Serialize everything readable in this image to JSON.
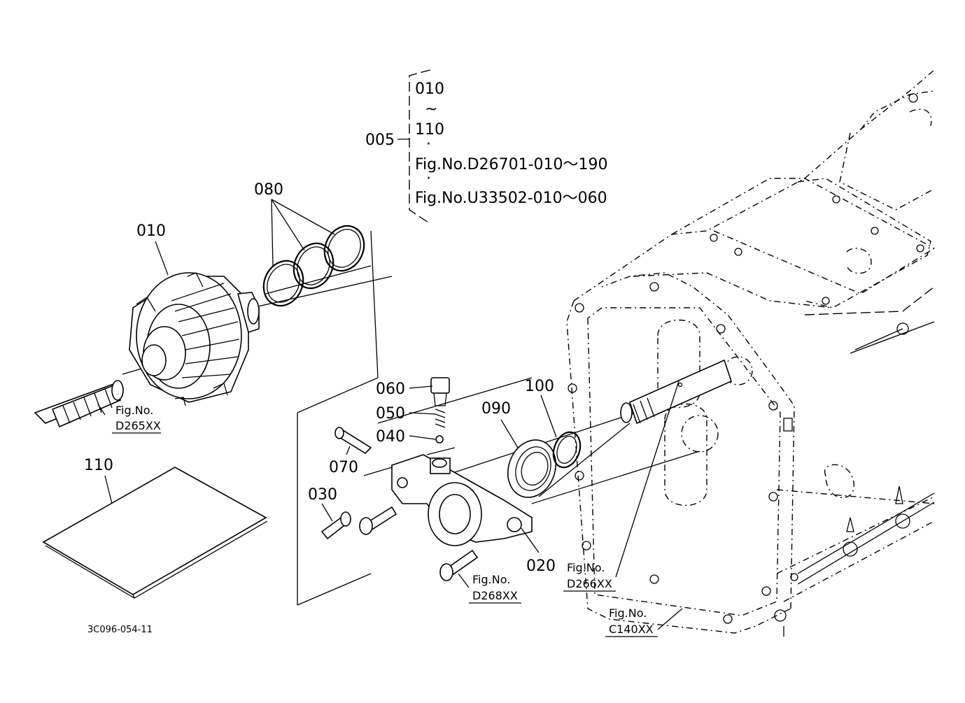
{
  "brace": {
    "code": "005",
    "line1": "010",
    "tilde": "~",
    "line2": "110",
    "dot": "·",
    "ref1": "Fig.No.D26701-010～190",
    "ref2": "Fig.No.U33502-010～060"
  },
  "callouts": {
    "p010": "010",
    "p020": "020",
    "p030": "030",
    "p040": "040",
    "p050": "050",
    "p060": "060",
    "p070": "070",
    "p080": "080",
    "p090": "090",
    "p100": "100",
    "p110": "110"
  },
  "figrefs": {
    "d265": {
      "prefix": "Fig.No.",
      "code": "D265XX"
    },
    "d268": {
      "prefix": "Fig.No.",
      "code": "D268XX"
    },
    "d266": {
      "prefix": "Fig.No.",
      "code": "D266XX"
    },
    "c140": {
      "prefix": "Fig.No.",
      "code": "C140XX"
    }
  },
  "drawing_code": "3C096-054-11"
}
